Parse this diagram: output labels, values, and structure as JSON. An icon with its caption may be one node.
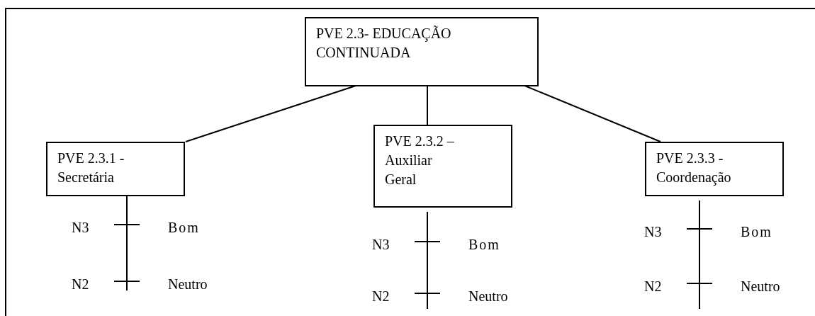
{
  "diagram": {
    "nodes": [
      {
        "text": [
          "PVE 2.3- EDUCAÇÃO CONTINUADA"
        ]
      },
      {
        "text": [
          "PVE 2.3.1 - Secretária"
        ]
      },
      {
        "text": [
          "PVE 2.3.2 – Auxiliar Geral"
        ]
      },
      {
        "text": [
          "PVE 2.3.3 - Coordenação"
        ]
      }
    ],
    "edges": [
      {
        "from": 0,
        "to": 1,
        "arrow": "none"
      },
      {
        "from": 0,
        "to": 2,
        "arrow": "none"
      },
      {
        "from": 0,
        "to": 3,
        "arrow": "none"
      }
    ],
    "labels": [
      "N3",
      "Bom",
      "N2",
      "Neutro",
      "N3",
      "Bom",
      "N2",
      "Neutro",
      "N3",
      "Bom",
      "N2",
      "Neutro"
    ]
  }
}
